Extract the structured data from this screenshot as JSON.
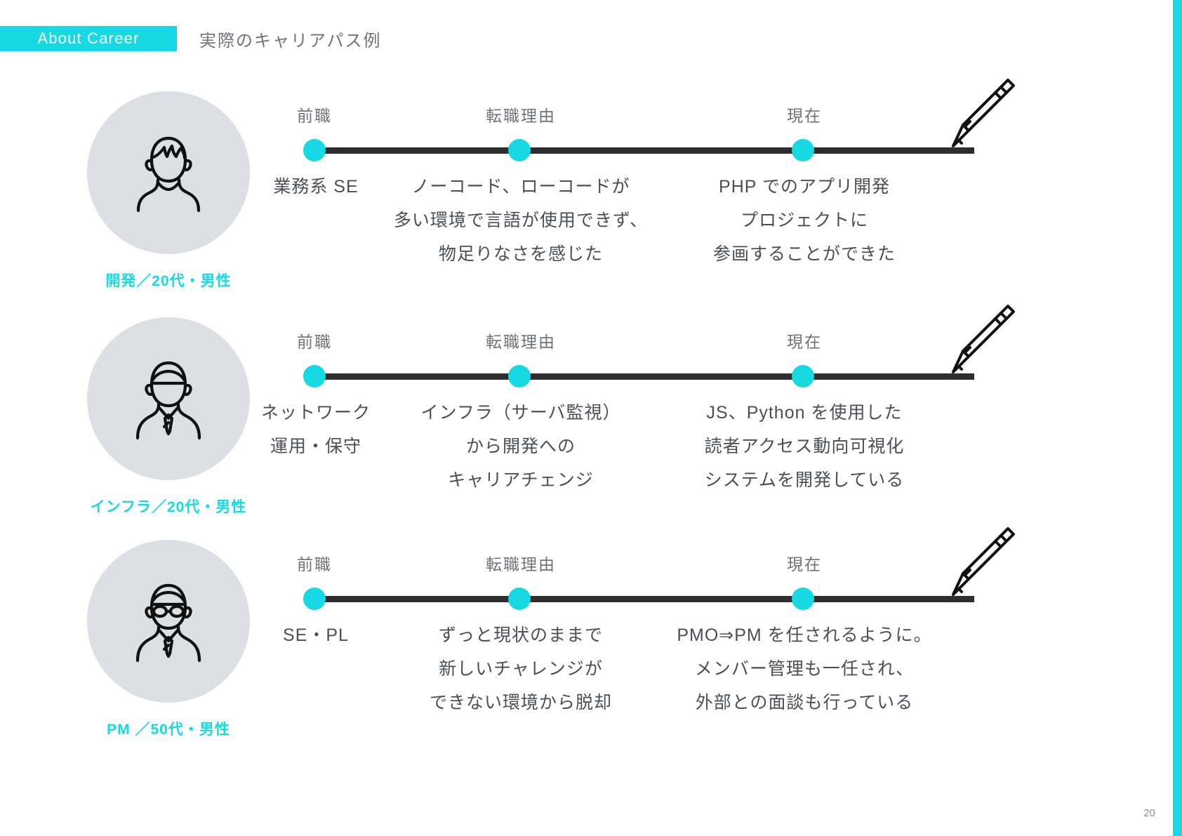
{
  "header": {
    "badge_label": "About Career",
    "subtitle": "実際のキャリアパス例"
  },
  "colors": {
    "accent": "#16d9e3",
    "line": "#2e2e30",
    "avatar_bg": "#dcdfe4",
    "text": "#4b4f55",
    "muted": "#6f7379"
  },
  "stages": {
    "previous": "前職",
    "reason": "転職理由",
    "current": "現在"
  },
  "rows": [
    {
      "person_label": "開発／20代・男性",
      "avatar_icon": "person-young-spiky-hair-icon",
      "previous": "業務系 SE",
      "reason": "ノーコード、ローコードが\n多い環境で言語が使用できず、\n物足りなさを感じた",
      "current": "PHP でのアプリ開発\nプロジェクトに\n参画することができた"
    },
    {
      "person_label": "インフラ／20代・男性",
      "avatar_icon": "person-suit-tie-icon",
      "previous": "ネットワーク\n運用・保守",
      "reason": "インフラ（サーバ監視）\nから開発への\nキャリアチェンジ",
      "current": "JS、Python を使用した\n読者アクセス動向可視化\nシステムを開発している"
    },
    {
      "person_label": "PM ／50代・男性",
      "avatar_icon": "person-glasses-suit-icon",
      "previous": "SE・PL",
      "reason": "ずっと現状のままで\n新しいチャレンジが\nできない環境から脱却",
      "current": "PMO⇒PM を任されるように。\nメンバー管理も一任され、\n外部との面談も行っている"
    }
  ],
  "footer": {
    "page_number": "20"
  }
}
